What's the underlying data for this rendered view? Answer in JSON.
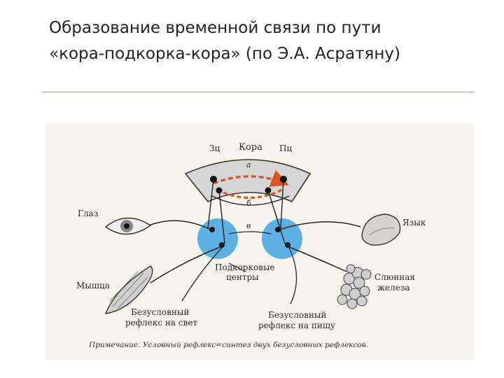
{
  "title": {
    "line1": "Образование временной связи по пути",
    "line2": "«кора-подкорка-кора» (по Э.А. Асратяну)"
  },
  "colors": {
    "divider": "#7cc576",
    "cortex_fill": "#d6d6d6",
    "subcortex_fill": "#4aa8e0",
    "path_arrow": "#d9541e",
    "figure_bg": "#f7f4ee"
  },
  "diagram": {
    "labels": {
      "cortex": "Кора",
      "visual_center": "Зц",
      "taste_center": "Пц",
      "path_a": "а",
      "path_b": "б",
      "path_v": "в",
      "eye": "Глаз",
      "tongue": "Язык",
      "muscle": "Мышца",
      "gland": "Слюнная железа",
      "subcortical_centers": "Подкорковые центры",
      "reflex_light": "Безусловный рефлекс на свет",
      "reflex_food": "Безусловный рефлекс на пищу"
    },
    "note": "Примечание. Условный рефлекс=синтез двух безусловных рефлексов."
  }
}
